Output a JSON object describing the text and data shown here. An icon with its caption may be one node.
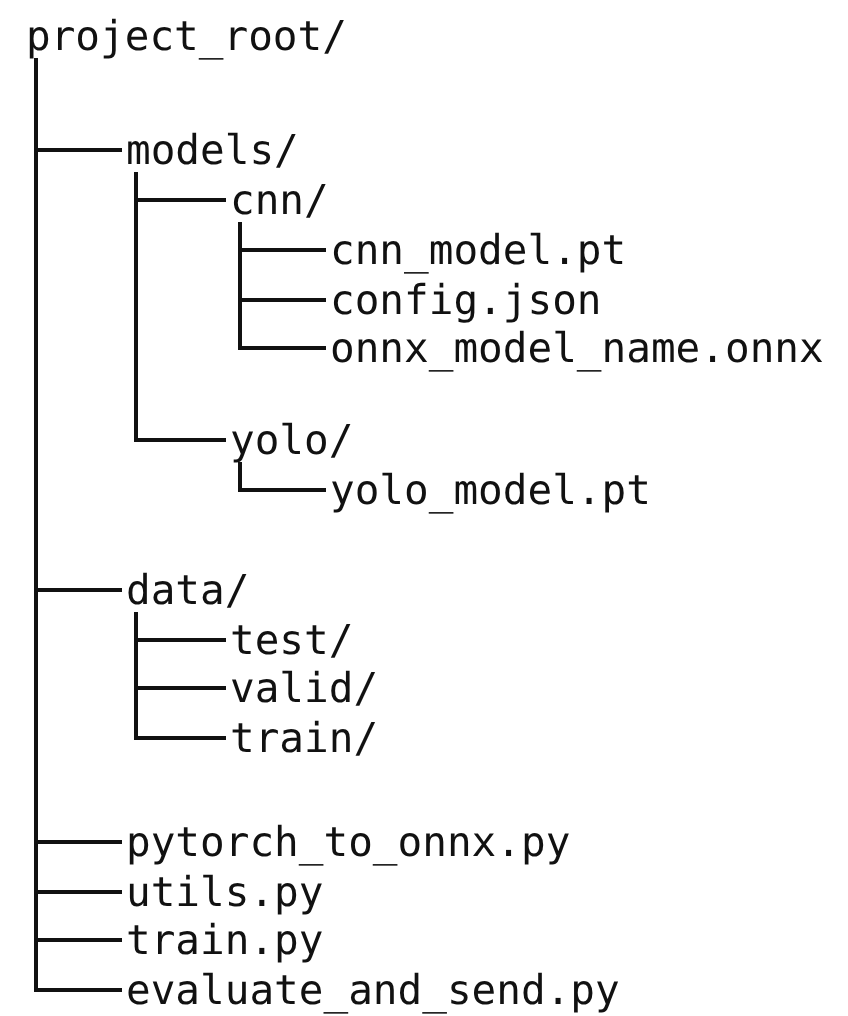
{
  "diagram": {
    "nodes": [
      {
        "text": [
          "project_root/"
        ]
      },
      {
        "text": [
          "models/"
        ]
      },
      {
        "text": [
          "cnn/"
        ]
      },
      {
        "text": [
          "cnn_model.pt"
        ]
      },
      {
        "text": [
          "config.json"
        ]
      },
      {
        "text": [
          "onnx_model_name.onnx"
        ]
      },
      {
        "text": [
          "yolo/"
        ]
      },
      {
        "text": [
          "yolo_model.pt"
        ]
      },
      {
        "text": [
          "data/"
        ]
      },
      {
        "text": [
          "test/"
        ]
      },
      {
        "text": [
          "valid/"
        ]
      },
      {
        "text": [
          "train/"
        ]
      },
      {
        "text": [
          "pytorch_to_onnx.py"
        ]
      },
      {
        "text": [
          "utils.py"
        ]
      },
      {
        "text": [
          "train.py"
        ]
      },
      {
        "text": [
          "evaluate_and_send.py"
        ]
      }
    ],
    "edges": [
      {
        "from": 0,
        "to": 1,
        "arrow": "none"
      },
      {
        "from": 1,
        "to": 2,
        "arrow": "none"
      },
      {
        "from": 2,
        "to": 3,
        "arrow": "none"
      },
      {
        "from": 2,
        "to": 4,
        "arrow": "none"
      },
      {
        "from": 2,
        "to": 5,
        "arrow": "none"
      },
      {
        "from": 1,
        "to": 6,
        "arrow": "none"
      },
      {
        "from": 6,
        "to": 7,
        "arrow": "none"
      },
      {
        "from": 0,
        "to": 8,
        "arrow": "none"
      },
      {
        "from": 8,
        "to": 9,
        "arrow": "none"
      },
      {
        "from": 8,
        "to": 10,
        "arrow": "none"
      },
      {
        "from": 8,
        "to": 11,
        "arrow": "none"
      },
      {
        "from": 0,
        "to": 12,
        "arrow": "none"
      },
      {
        "from": 0,
        "to": 13,
        "arrow": "none"
      },
      {
        "from": 0,
        "to": 14,
        "arrow": "none"
      },
      {
        "from": 0,
        "to": 15,
        "arrow": "none"
      }
    ]
  }
}
